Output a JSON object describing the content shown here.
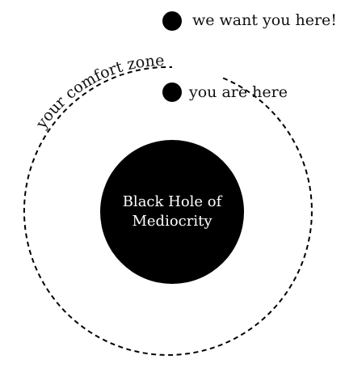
{
  "diagram": {
    "points": [
      {
        "id": "target",
        "label": "we want you here!"
      },
      {
        "id": "current",
        "label": "you are here"
      }
    ],
    "comfort_zone": {
      "label": "your comfort zone",
      "line_style": "dashed"
    },
    "black_hole": {
      "line1": "Black Hole of",
      "line2": "Mediocrity"
    }
  },
  "colors": {
    "ink": "#000000",
    "text": "#111111",
    "hole_text": "#ffffff",
    "background": "#ffffff"
  }
}
